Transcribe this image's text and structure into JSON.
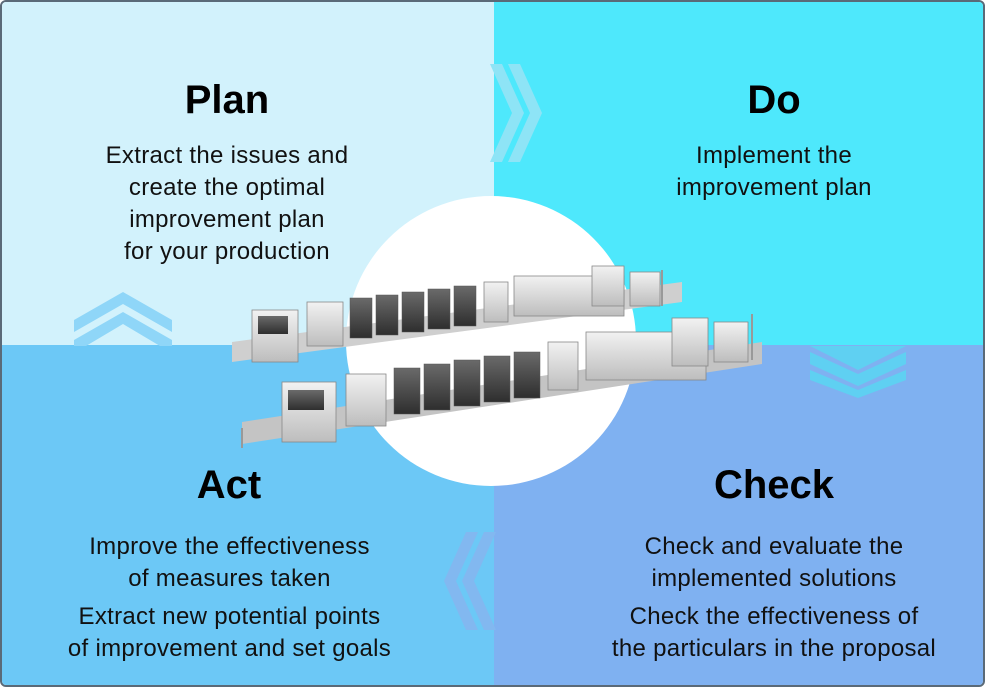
{
  "colors": {
    "plan_bg": "#d2f2fc",
    "do_bg": "#4ee8fc",
    "act_bg": "#6cc8f6",
    "check_bg": "#7fb1f1",
    "arrow_light": "#8fd6f8",
    "arrow_blue": "#5aa4ee"
  },
  "quadrants": {
    "plan": {
      "title": "Plan",
      "lines": [
        "Extract the issues and",
        "create the optimal",
        "improvement plan",
        "for your production"
      ]
    },
    "do": {
      "title": "Do",
      "lines": [
        "Implement the",
        "improvement plan"
      ]
    },
    "act": {
      "title": "Act",
      "lines": [
        "Improve the effectiveness",
        "of measures taken"
      ],
      "lines2": [
        "Extract new potential points",
        "of improvement and set goals"
      ]
    },
    "check": {
      "title": "Check",
      "lines": [
        "Check and evaluate the",
        "implemented solutions"
      ],
      "lines2": [
        "Check the effectiveness of",
        "the particulars in the proposal"
      ]
    }
  },
  "arrows": {
    "plan_to_do": "double-chevron-right-icon",
    "do_to_check": "double-chevron-down-icon",
    "check_to_act": "double-chevron-left-icon",
    "act_to_plan": "double-chevron-up-icon"
  },
  "center_image": "smt-production-lines"
}
